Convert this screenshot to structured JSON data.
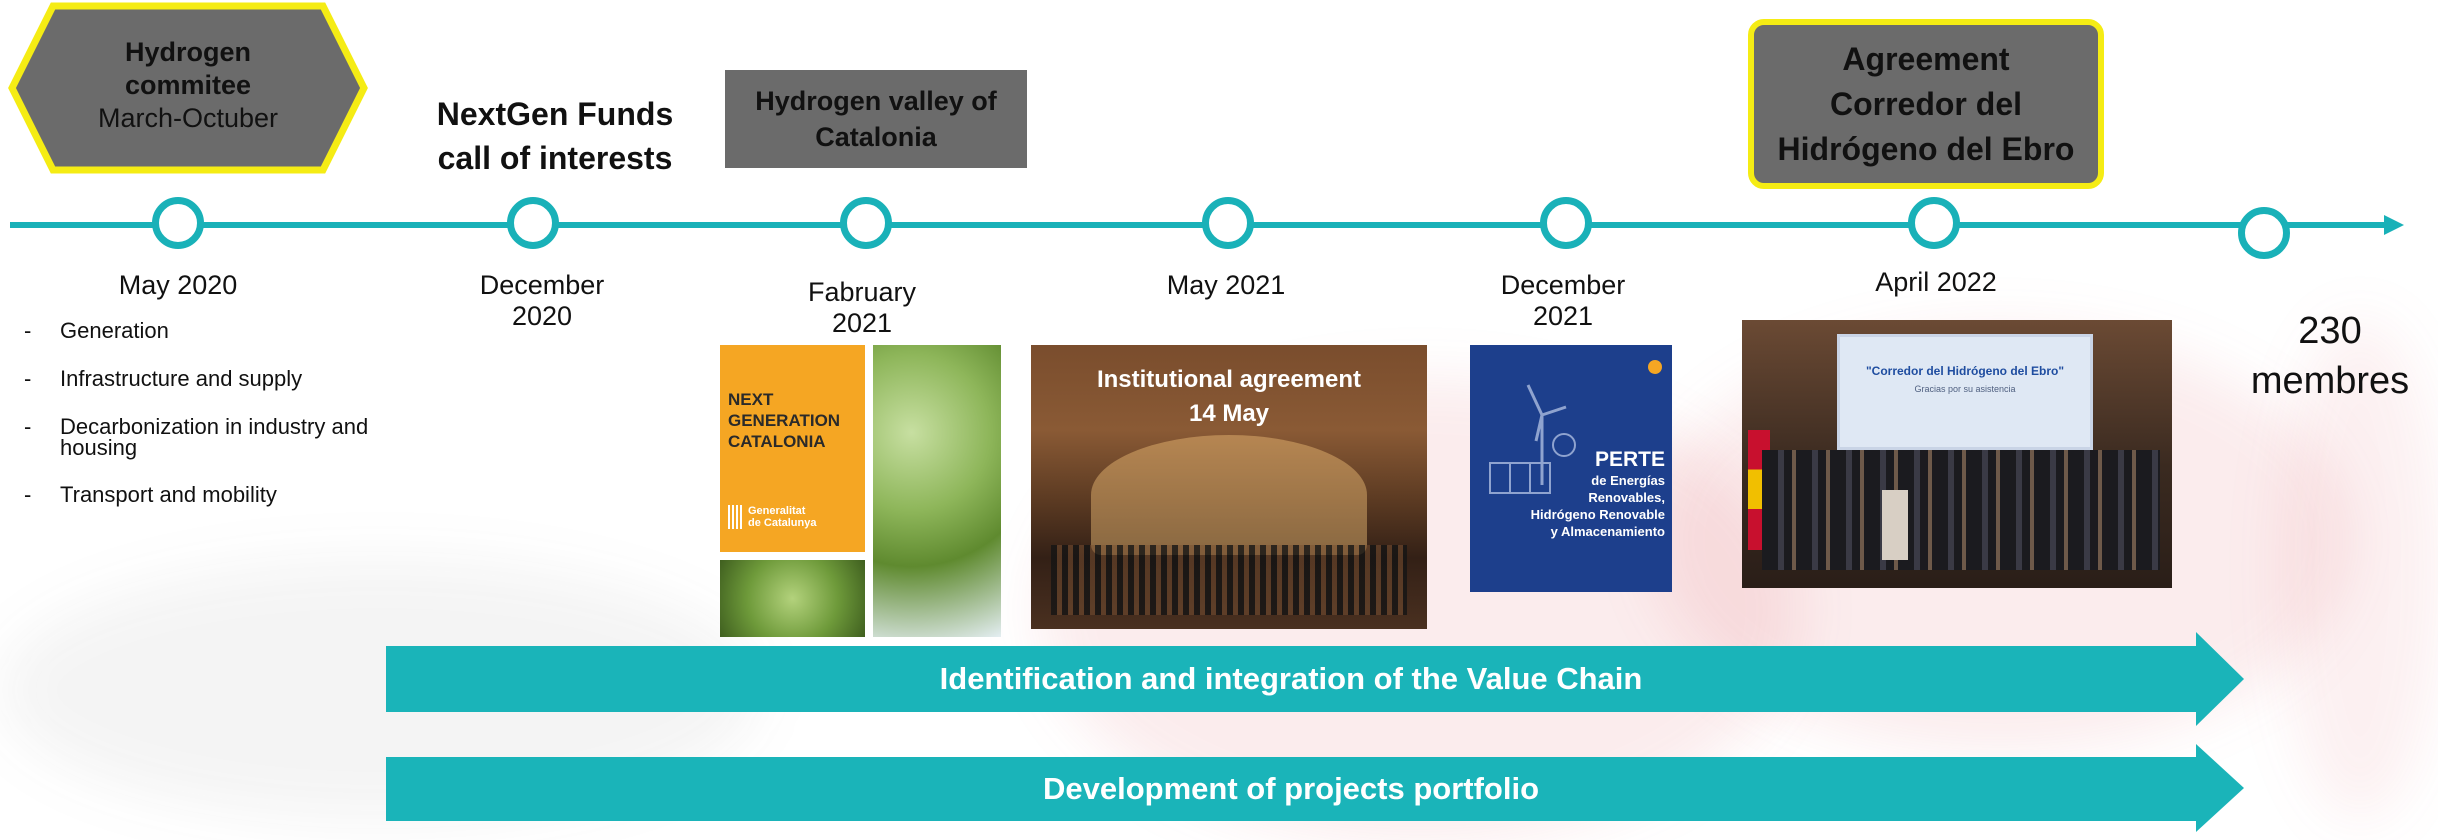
{
  "colors": {
    "teal": "#19b1b8",
    "gray_box": "#6b6b6b",
    "yellow_outline": "#f5ec14",
    "orange": "#f5a623",
    "navy": "#1d3f8c"
  },
  "committee": {
    "line1": "Hydrogen",
    "line2": "commitee",
    "line3": "March-Octuber"
  },
  "nextgen": {
    "line1": "NextGen Funds",
    "line2": "call of interests"
  },
  "valley": {
    "line1": "Hydrogen valley of",
    "line2": "Catalonia"
  },
  "agreement": {
    "line1": "Agreement",
    "line2": "Corredor del",
    "line3": "Hidrógeno del Ebro"
  },
  "dates": [
    {
      "line1": "May 2020",
      "line2": ""
    },
    {
      "line1": "December",
      "line2": "2020"
    },
    {
      "line1": "Fabruary",
      "line2": "2021"
    },
    {
      "line1": "May 2021",
      "line2": ""
    },
    {
      "line1": "December",
      "line2": "2021"
    },
    {
      "line1": "April 2022",
      "line2": ""
    }
  ],
  "members": {
    "count": "230",
    "label": "membres"
  },
  "bullets": [
    "Generation",
    "Infrastructure and supply",
    "Decarbonization in industry and housing",
    "Transport and mobility"
  ],
  "nextgen_card": {
    "line1": "NEXT",
    "line2": "GENERATION",
    "line3": "CATALONIA",
    "footer1": "Generalitat",
    "footer2": "de Catalunya"
  },
  "institutional": {
    "line1": "Institutional agreement",
    "line2": "14 May"
  },
  "perte": {
    "title": "PERTE",
    "line1": "de Energías",
    "line2": "Renovables,",
    "line3": "Hidrógeno Renovable",
    "line4": "y Almacenamiento"
  },
  "corredor_screen": {
    "title": "\"Corredor del Hidrógeno del Ebro\"",
    "subtitle": "Gracias por su asistencia"
  },
  "bands": [
    {
      "label": "Identification and integration of the Value Chain"
    },
    {
      "label": "Development of projects portfolio"
    }
  ]
}
